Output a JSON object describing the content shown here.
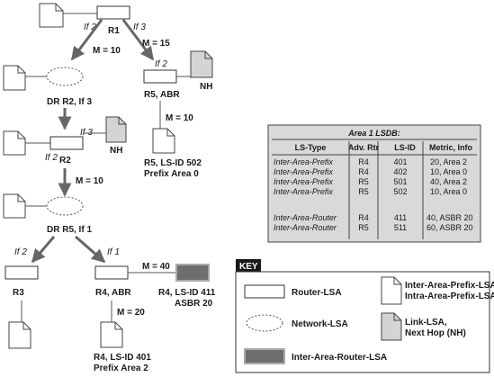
{
  "diagram": {
    "r1": "R1",
    "r1_if2": "If 2",
    "r1_if3": "If 3",
    "m10_a": "M = 10",
    "m15": "M = 15",
    "dr_r2": "DR R2, If 3",
    "r5_if2": "If 2",
    "nh_top": "NH",
    "r5_abr": "R5, ABR",
    "m10_b": "M = 10",
    "r5_lsid_line1": "R5, LS-ID 502",
    "r5_lsid_line2": "Prefix Area 0",
    "r2_if3": "If 3",
    "r2_if2": "If 2",
    "r2": "R2",
    "nh_mid": "NH",
    "m10_c": "M = 10",
    "dr_r5": "DR R5, If 1",
    "if2_low": "If 2",
    "if1_low": "If 1",
    "r3": "R3",
    "r4_abr": "R4, ABR",
    "m40": "M = 40",
    "r4_lsid411_line1": "R4, LS-ID 411",
    "r4_lsid411_line2": "ASBR 20",
    "m20": "M = 20",
    "r4_lsid401_line1": "R4, LS-ID 401",
    "r4_lsid401_line2": "Prefix Area 2"
  },
  "lsdb": {
    "title": "Area 1 LSDB:",
    "headers": [
      "LS-Type",
      "Adv. Rtr",
      "LS-ID",
      "Metric, Info"
    ],
    "rows": [
      [
        "Inter-Area-Prefix",
        "R4",
        "401",
        "20, Area 2"
      ],
      [
        "Inter-Area-Prefix",
        "R4",
        "402",
        "10, Area 0"
      ],
      [
        "Inter-Area-Prefix",
        "R5",
        "501",
        "40, Area 2"
      ],
      [
        "Inter-Area-Prefix",
        "R5",
        "502",
        "10, Area 0"
      ],
      [
        "Inter-Area-Router",
        "R4",
        "411",
        "40, ASBR 20"
      ],
      [
        "Inter-Area-Router",
        "R5",
        "511",
        "60, ASBR 20"
      ]
    ]
  },
  "key": {
    "title": "KEY",
    "router_lsa": "Router-LSA",
    "network_lsa": "Network-LSA",
    "inter_area_router_lsa": "Inter-Area-Router-LSA",
    "prefix_lsa_line1": "Inter-Area-Prefix-LSA or",
    "prefix_lsa_line2": "Intra-Area-Prefix-LSA",
    "link_lsa_line1": "Link-LSA,",
    "link_lsa_line2": "Next Hop (NH)"
  },
  "colors": {
    "line": "#555555",
    "arrow": "#666666",
    "link_doc_fill": "#d4d4d4",
    "inter_area_router_fill": "#6e6e6e",
    "table_bg": "#d9d9d9"
  }
}
